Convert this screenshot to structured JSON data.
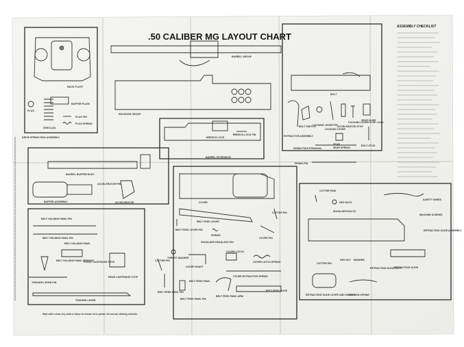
{
  "title": ".50 CALIBER MG LAYOUT CHART",
  "checklist_title": "ASSEMBLY CHECKLIST",
  "footer": "Wipe with a clean, dry cloth or tissue to remove oil or grease. Do not use cleaning solvents.",
  "labels": {
    "back_plate": "BACK PLATE",
    "buffer_plate": "BUFFER PLATE",
    "plug": "PLUG",
    "discs": "DISKS (22)",
    "plug_pin": "PLUG PIN",
    "plug_spring": "PLUG SPRING",
    "barrel_group": "BARREL GROUP",
    "receiver_group": "RECEIVER GROUP",
    "breech_lock": "BREECH LOCK",
    "breech_lock_pin": "BREECH LOCK PIN",
    "barrel_extension": "BARREL EXTENSION",
    "drive_spring_rod_assembly": "DRIVE SPRING ROD ASSEMBLY",
    "barrel_buffer_body": "BARREL BUFFER BODY",
    "accelerator_pin": "ACCELERATOR PIN",
    "buffer_assembly": "BUFFER ASSEMBLY",
    "accelerator": "ACCELERATOR",
    "bolt": "BOLT",
    "extractor_assembly": "EXTRACTOR ASSEMBLY",
    "bolt_switch": "BOLT SWITCH",
    "locking_lever_pin": "LOCKING LEVER PIN",
    "cocking_lever": "COCKING LEVER",
    "accelerator_stop": "ACCELERATOR STOP",
    "cocking_lever_stop_lock": "COCKING LEVER STOP LOCK",
    "sear_slide": "SEAR SLIDE",
    "sear": "SEAR",
    "sear_spring": "SEAR SPRING",
    "bolt_stud": "BOLT STUD",
    "firing_pin_extension": "FIRING PIN EXTENSION",
    "firing_pin": "FIRING PIN",
    "cover": "COVER",
    "belt_feed_lever": "BELT FEED LEVER",
    "belt_feed_lever_pin": "BELT FEED LEVER PIN",
    "cotter_pin": "COTTER PIN",
    "spring": "SPRING",
    "shoulder_headless_pin": "SHOULDER HEADLESS PIN",
    "cover_pin": "COVER PIN",
    "thrust_washer": "THRUST WASHER",
    "cover_latch": "COVER LATCH",
    "cover_latch_spring": "COVER LATCH SPRING",
    "cover_shaft": "COVER SHAFT",
    "cover_extractor_spring": "COVER EXTRACTOR SPRING",
    "belt_feed_pawl": "BELT FEED PAWL",
    "belt_feed_pawl_pin": "BELT FEED PAWL PIN",
    "belt_feed_pawl_arm": "BELT FEED PAWL ARM",
    "belt_feed_slide": "BELT FEED SLIDE",
    "belt_holding_pawl_pin": "BELT HOLDING PAWL PIN",
    "belt_holding_pawl": "BELT HOLDING PAWL",
    "belt_holding_pawl_springs": "BELT HOLDING PAWL SPRINGS",
    "front_cartridge_stop": "FRONT CARTRIDGE STOP",
    "rear_cartridge_stop": "REAR CARTRIDGE STOP",
    "trigger_lever_pin": "TRIGGER LEVER PIN",
    "trigger_lever": "TRIGGER LEVER",
    "cotter_pins": "COTTER PINS",
    "hex_nuts": "HEX NUTS",
    "shoulder_bolts": "SHOULDER BOLTS",
    "safety_wires": "SAFETY WIRES",
    "machine_screws": "MACHINE SCREWS",
    "retracting_slide_assembly": "RETRACTING SLIDE ASSEMBLY",
    "hex_nut": "HEX NUT",
    "washer": "WASHER",
    "retracting_slide_bolt": "RETRACTING SLIDE BOLT",
    "retracting_slide": "RETRACTING SLIDE",
    "retracting_slide_lever_and_handle": "RETRACTING SLIDE LEVER AND HANDLE",
    "torsion_spring": "TORSION SPRING"
  }
}
